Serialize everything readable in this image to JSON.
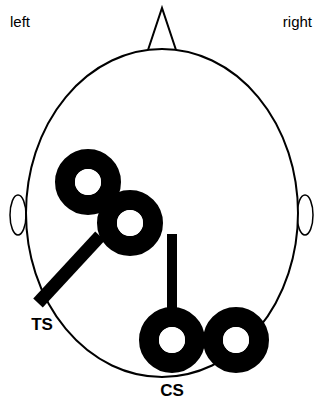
{
  "diagram": {
    "labels": [
      "left",
      "right",
      "TS",
      "CS"
    ]
  }
}
